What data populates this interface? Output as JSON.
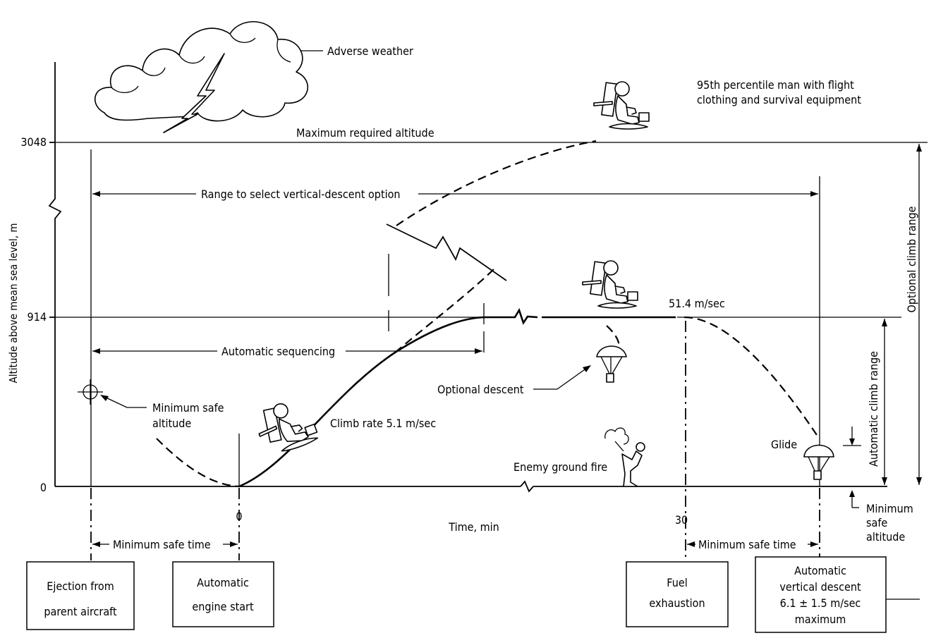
{
  "axes": {
    "y_label": "Altitude above mean sea level, m",
    "y_ticks": [
      "3048",
      "914",
      "0"
    ],
    "x_label": "Time, min",
    "x_ticks": [
      "0",
      "30"
    ]
  },
  "labels": {
    "adverse_weather": "Adverse weather",
    "man_line1": "95th percentile man with flight",
    "man_line2": "clothing and survival equipment",
    "max_altitude": "Maximum required altitude",
    "range_vertical_descent": "Range to select vertical-descent option",
    "optional_climb_range": "Optional climb range",
    "automatic_sequencing": "Automatic sequencing",
    "cruise_speed": "51.4 m/sec",
    "automatic_climb_range": "Automatic climb range",
    "min_safe_alt_left_1": "Minimum safe",
    "min_safe_alt_left_2": "altitude",
    "climb_rate": "Climb rate 5.1 m/sec",
    "optional_descent": "Optional descent",
    "glide": "Glide",
    "enemy_ground_fire": "Enemy ground fire",
    "min_safe_alt_right_1": "Minimum",
    "min_safe_alt_right_2": "safe",
    "min_safe_alt_right_3": "altitude",
    "min_safe_time_left": "Minimum safe time",
    "min_safe_time_right": "Minimum safe time"
  },
  "boxes": {
    "ejection": [
      "Ejection from",
      "parent aircraft"
    ],
    "engine_start": [
      "Automatic",
      "engine start"
    ],
    "fuel": [
      "Fuel",
      "exhaustion"
    ],
    "vertical_descent": [
      "Automatic",
      "vertical descent",
      "6.1 ± 1.5 m/sec",
      "maximum"
    ]
  }
}
